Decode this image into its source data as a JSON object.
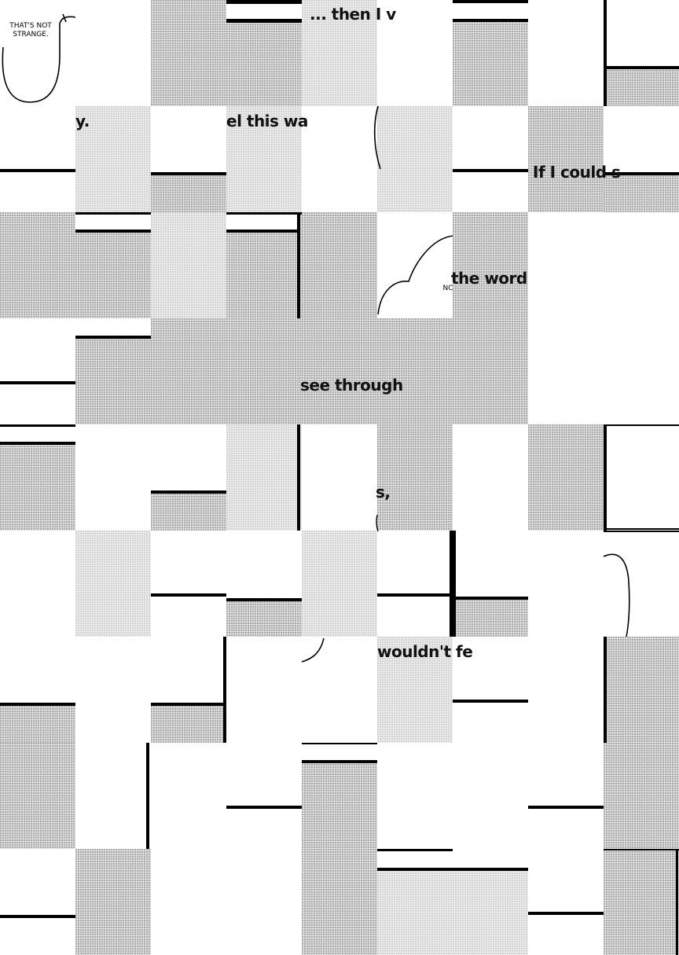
{
  "captions": {
    "bubble_top_left": "THAT'S NOT STRANGE.",
    "then_fragment": "... then I v",
    "y_fragment": "y.",
    "feel_fragment": "el this wa",
    "if_could_fragment": "If I could s",
    "word_fragment": "the word",
    "no_fragment": "NC",
    "see_through_fragment": "see through",
    "s_fragment": "s,",
    "wouldnt_fragment": "wouldn't fe"
  }
}
